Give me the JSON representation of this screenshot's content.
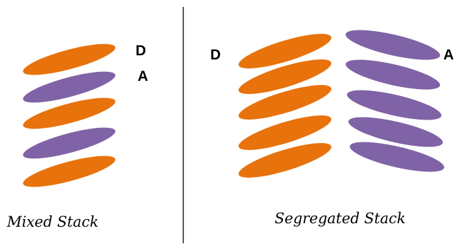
{
  "colors": {
    "donor": "#e8720c",
    "acceptor": "#7f63a6",
    "divider": "#222222",
    "background": "#ffffff"
  },
  "labels": {
    "mixed_donor": "D",
    "mixed_acceptor": "A",
    "seg_donor": "D",
    "seg_acceptor": "A"
  },
  "captions": {
    "mixed": "Mixed Stack",
    "segregated": "Segregated Stack"
  },
  "mixed_stack": [
    "donor",
    "acceptor",
    "donor",
    "acceptor",
    "donor"
  ],
  "segregated_stack": {
    "left_column": [
      "donor",
      "donor",
      "donor",
      "donor",
      "donor"
    ],
    "right_column": [
      "acceptor",
      "acceptor",
      "acceptor",
      "acceptor",
      "acceptor"
    ]
  }
}
